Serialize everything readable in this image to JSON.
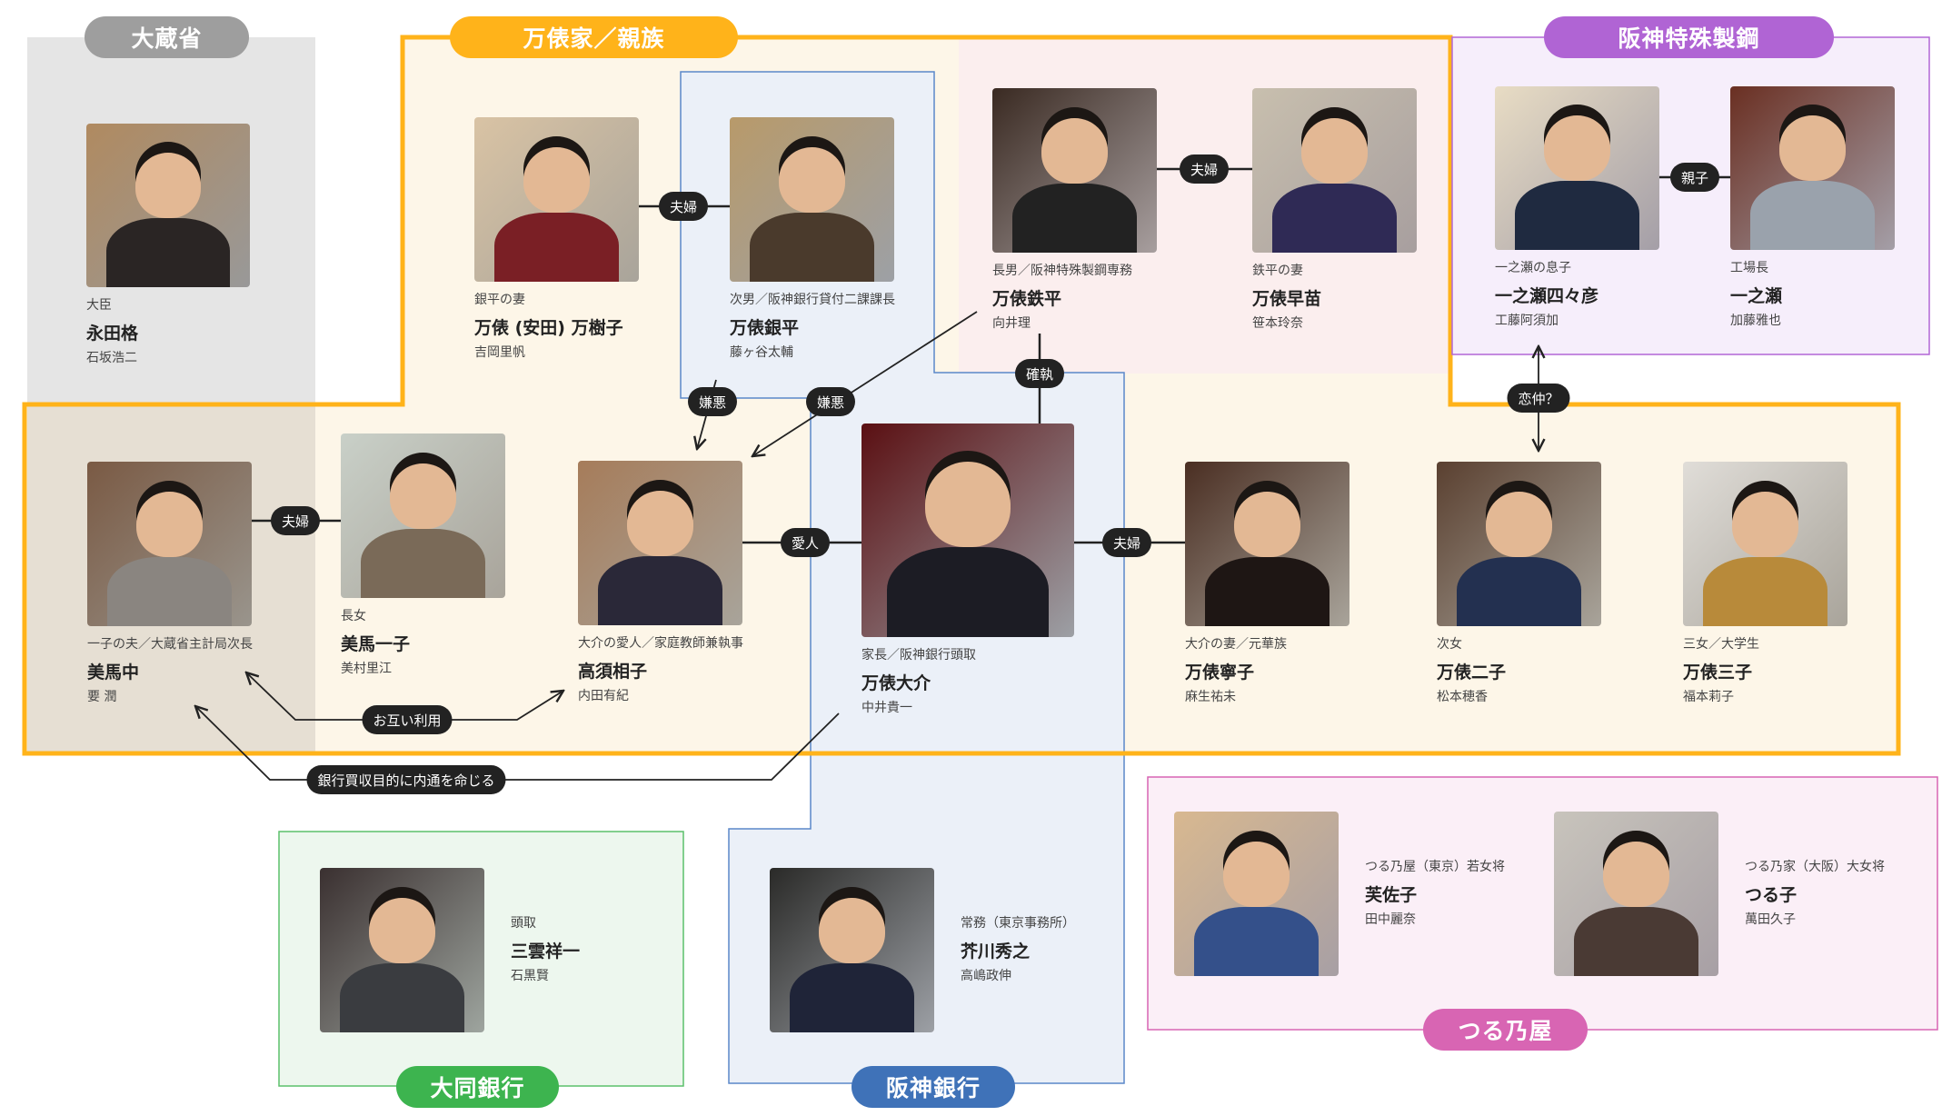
{
  "groups": {
    "okurasho": {
      "label": "大蔵省",
      "color": "#9E9E9E"
    },
    "family": {
      "label": "万俵家／親族",
      "color": "#FFB31A"
    },
    "tokushu": {
      "label": "阪神特殊製鋼",
      "color": "#B064D4"
    },
    "daido": {
      "label": "大同銀行",
      "color": "#3DB44F"
    },
    "hanshin": {
      "label": "阪神銀行",
      "color": "#3F72B8"
    },
    "tsurunoya": {
      "label": "つる乃屋",
      "color": "#D865B3"
    }
  },
  "people": [
    {
      "role": "大臣",
      "name": "永田格",
      "actor": "石坂浩二"
    },
    {
      "role": "銀平の妻",
      "name": "万俵 (安田) 万樹子",
      "actor": "吉岡里帆"
    },
    {
      "role": "次男／阪神銀行貸付二課課長",
      "name": "万俵銀平",
      "actor": "藤ヶ谷太輔"
    },
    {
      "role": "長男／阪神特殊製鋼専務",
      "name": "万俵鉄平",
      "actor": "向井理"
    },
    {
      "role": "鉄平の妻",
      "name": "万俵早苗",
      "actor": "笹本玲奈"
    },
    {
      "role": "一之瀬の息子",
      "name": "一之瀬四々彦",
      "actor": "工藤阿須加"
    },
    {
      "role": "工場長",
      "name": "一之瀬",
      "actor": "加藤雅也"
    },
    {
      "role": "一子の夫／大蔵省主計局次長",
      "name": "美馬中",
      "actor": "要 潤"
    },
    {
      "role": "長女",
      "name": "美馬一子",
      "actor": "美村里江"
    },
    {
      "role": "大介の愛人／家庭教師兼執事",
      "name": "高須相子",
      "actor": "内田有紀"
    },
    {
      "role": "家長／阪神銀行頭取",
      "name": "万俵大介",
      "actor": "中井貴一"
    },
    {
      "role": "大介の妻／元華族",
      "name": "万俵寧子",
      "actor": "麻生祐未"
    },
    {
      "role": "次女",
      "name": "万俵二子",
      "actor": "松本穂香"
    },
    {
      "role": "三女／大学生",
      "name": "万俵三子",
      "actor": "福本莉子"
    },
    {
      "role": "頭取",
      "name": "三雲祥一",
      "actor": "石黒賢"
    },
    {
      "role": "常務（東京事務所）",
      "name": "芥川秀之",
      "actor": "高嶋政伸"
    },
    {
      "role": "つる乃屋（東京）若女将",
      "name": "芙佐子",
      "actor": "田中麗奈"
    },
    {
      "role": "つる乃家（大阪）大女将",
      "name": "つる子",
      "actor": "萬田久子"
    }
  ],
  "relations": [
    {
      "label": "夫婦"
    },
    {
      "label": "夫婦"
    },
    {
      "label": "親子"
    },
    {
      "label": "確執"
    },
    {
      "label": "嫌悪"
    },
    {
      "label": "嫌悪"
    },
    {
      "label": "恋仲？"
    },
    {
      "label": "夫婦"
    },
    {
      "label": "愛人"
    },
    {
      "label": "夫婦"
    },
    {
      "label": "お互い利用"
    },
    {
      "label": "銀行買収目的に内通を命じる"
    }
  ]
}
